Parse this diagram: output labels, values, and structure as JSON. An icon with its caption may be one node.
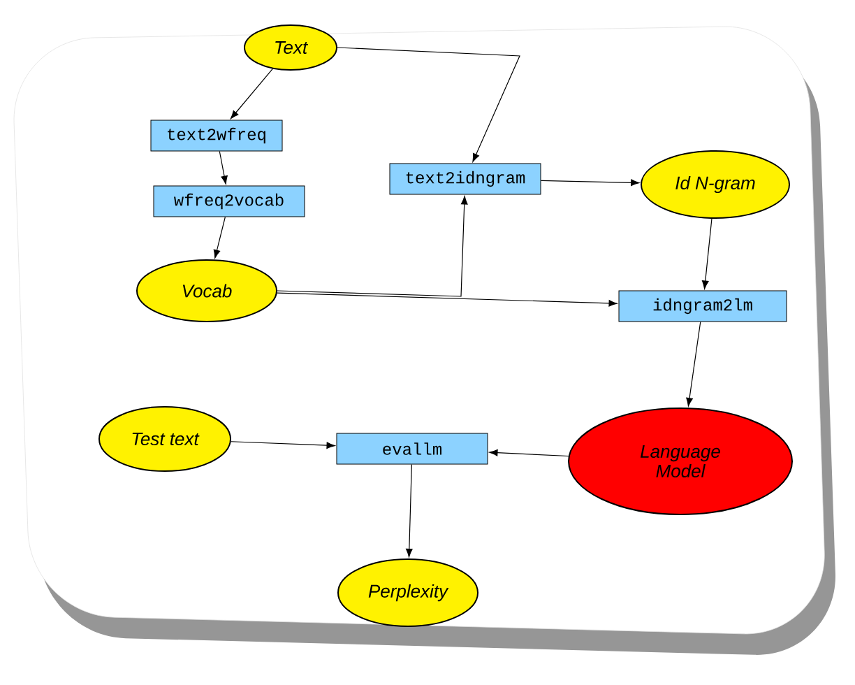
{
  "diagram": {
    "nodes": [
      {
        "text": [
          "Text"
        ]
      },
      {
        "text": [
          "text2wfreq"
        ]
      },
      {
        "text": [
          "wfreq2vocab"
        ]
      },
      {
        "text": [
          "Vocab"
        ]
      },
      {
        "text": [
          "text2idngram"
        ]
      },
      {
        "text": [
          "Id N-gram"
        ]
      },
      {
        "text": [
          "idngram2lm"
        ]
      },
      {
        "text": [
          "Language Model"
        ]
      },
      {
        "text": [
          "Test text"
        ]
      },
      {
        "text": [
          "evallm"
        ]
      },
      {
        "text": [
          "Perplexity"
        ]
      }
    ],
    "edges": [
      {
        "from": 0,
        "to": 1,
        "arrow": "to"
      },
      {
        "from": 0,
        "to": 4,
        "arrow": "to"
      },
      {
        "from": 1,
        "to": 2,
        "arrow": "to"
      },
      {
        "from": 2,
        "to": 3,
        "arrow": "to"
      },
      {
        "from": 3,
        "to": 4,
        "arrow": "to"
      },
      {
        "from": 3,
        "to": 6,
        "arrow": "to"
      },
      {
        "from": 4,
        "to": 5,
        "arrow": "to"
      },
      {
        "from": 5,
        "to": 6,
        "arrow": "to"
      },
      {
        "from": 6,
        "to": 7,
        "arrow": "to"
      },
      {
        "from": 7,
        "to": 9,
        "arrow": "to"
      },
      {
        "from": 8,
        "to": 9,
        "arrow": "to"
      },
      {
        "from": 9,
        "to": 10,
        "arrow": "to"
      }
    ]
  }
}
